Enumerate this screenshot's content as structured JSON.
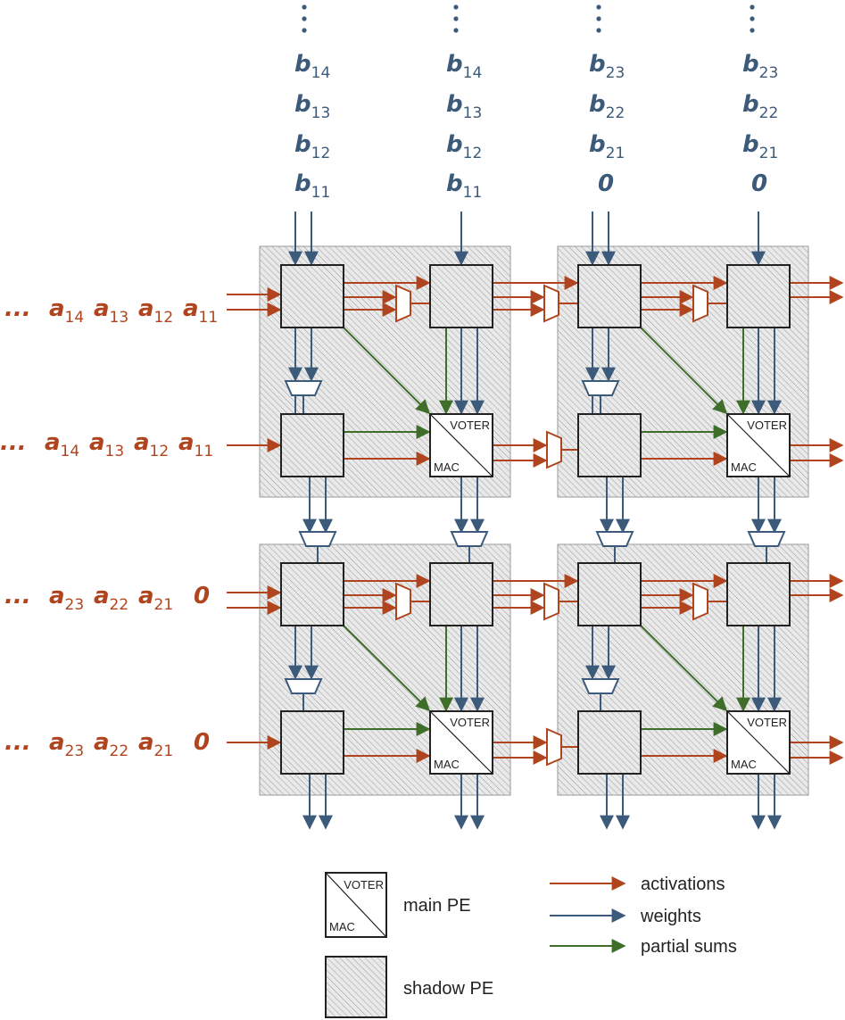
{
  "colors": {
    "activation": "#b0441e",
    "weight": "#3c5a7a",
    "partial_sum": "#3f6e2a",
    "shadow_fill": "#e6e6e6",
    "box_stroke": "#222222"
  },
  "top_inputs": {
    "columns": [
      {
        "labels": [
          {
            "base": "b",
            "sub": "14"
          },
          {
            "base": "b",
            "sub": "13"
          },
          {
            "base": "b",
            "sub": "12"
          },
          {
            "base": "b",
            "sub": "11"
          }
        ]
      },
      {
        "labels": [
          {
            "base": "b",
            "sub": "14"
          },
          {
            "base": "b",
            "sub": "13"
          },
          {
            "base": "b",
            "sub": "12"
          },
          {
            "base": "b",
            "sub": "11"
          }
        ]
      },
      {
        "labels": [
          {
            "base": "b",
            "sub": "23"
          },
          {
            "base": "b",
            "sub": "22"
          },
          {
            "base": "b",
            "sub": "21"
          },
          {
            "base": "0",
            "sub": ""
          }
        ]
      },
      {
        "labels": [
          {
            "base": "b",
            "sub": "23"
          },
          {
            "base": "b",
            "sub": "22"
          },
          {
            "base": "b",
            "sub": "21"
          },
          {
            "base": "0",
            "sub": ""
          }
        ]
      }
    ]
  },
  "left_inputs": {
    "rows": [
      {
        "prefix": "...",
        "terms": [
          {
            "base": "a",
            "sub": "14"
          },
          {
            "base": "a",
            "sub": "13"
          },
          {
            "base": "a",
            "sub": "12"
          },
          {
            "base": "a",
            "sub": "11"
          }
        ]
      },
      {
        "prefix": "...",
        "terms": [
          {
            "base": "a",
            "sub": "14"
          },
          {
            "base": "a",
            "sub": "13"
          },
          {
            "base": "a",
            "sub": "12"
          },
          {
            "base": "a",
            "sub": "11"
          }
        ]
      },
      {
        "prefix": "...",
        "terms": [
          {
            "base": "a",
            "sub": "23"
          },
          {
            "base": "a",
            "sub": "22"
          },
          {
            "base": "a",
            "sub": "21"
          },
          {
            "base": "0",
            "sub": ""
          }
        ]
      },
      {
        "prefix": "...",
        "terms": [
          {
            "base": "a",
            "sub": "23"
          },
          {
            "base": "a",
            "sub": "22"
          },
          {
            "base": "a",
            "sub": "21"
          },
          {
            "base": "0",
            "sub": ""
          }
        ]
      }
    ]
  },
  "pe": {
    "voter_label": "VOTER",
    "mac_label": "MAC"
  },
  "legend": {
    "main_pe": "main PE",
    "shadow_pe": "shadow PE",
    "activations": "activations",
    "weights": "weights",
    "partial_sums": "partial sums"
  }
}
